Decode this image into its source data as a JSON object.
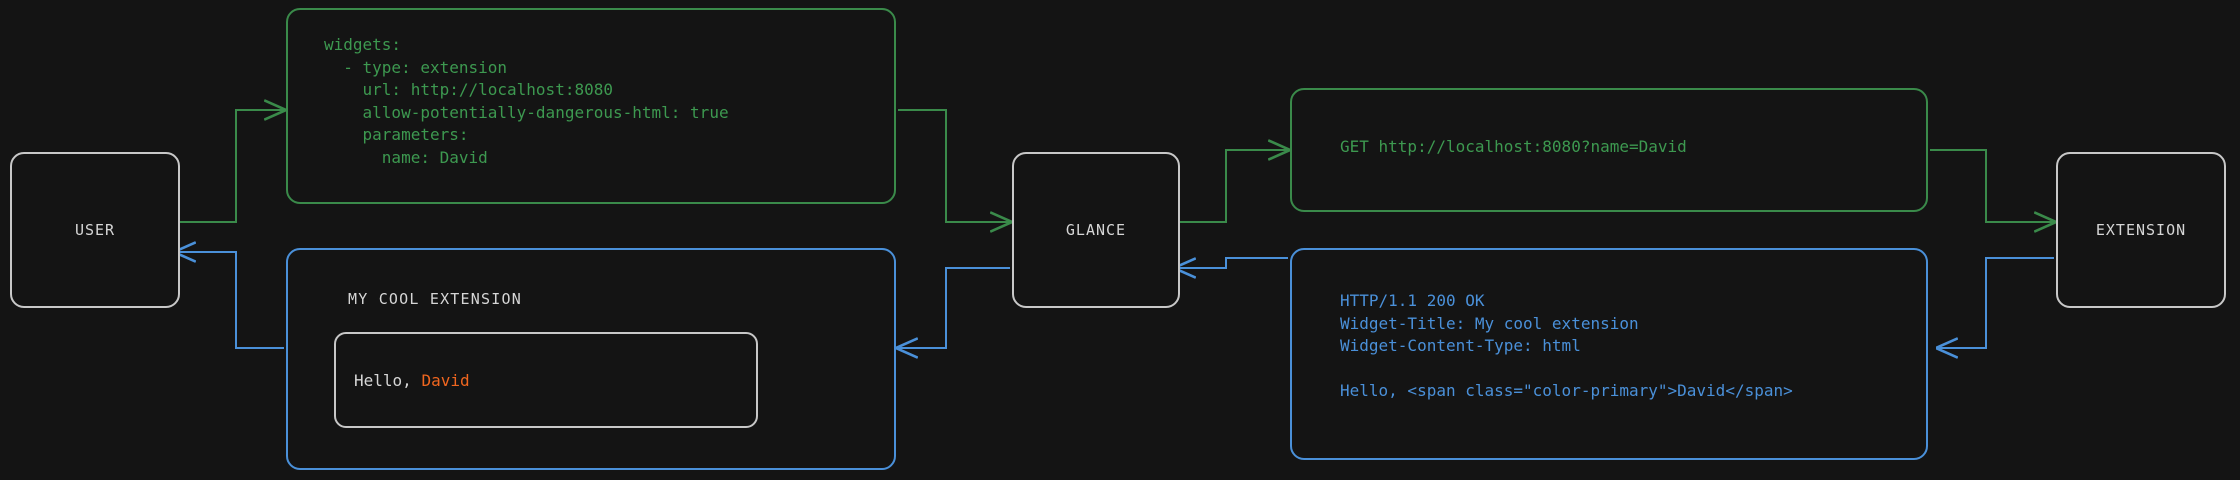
{
  "colors": {
    "background": "#141414",
    "node_border": "#c8c8c8",
    "request_green": "#3a8a4a",
    "response_blue": "#4a90d9",
    "accent_orange": "#f0661f",
    "text_light": "#d6d6d6"
  },
  "nodes": {
    "user": "USER",
    "glance": "GLANCE",
    "extension": "EXTENSION"
  },
  "panels": {
    "config_yaml": "widgets:\n  - type: extension\n    url: http://localhost:8080\n    allow-potentially-dangerous-html: true\n    parameters:\n      name: David",
    "http_request": "GET http://localhost:8080?name=David",
    "http_response": "HTTP/1.1 200 OK\nWidget-Title: My cool extension\nWidget-Content-Type: html\n\nHello, <span class=\"color-primary\">David</span>",
    "widget_preview": {
      "title": "MY COOL EXTENSION",
      "greeting_prefix": "Hello, ",
      "greeting_name": "David"
    }
  }
}
